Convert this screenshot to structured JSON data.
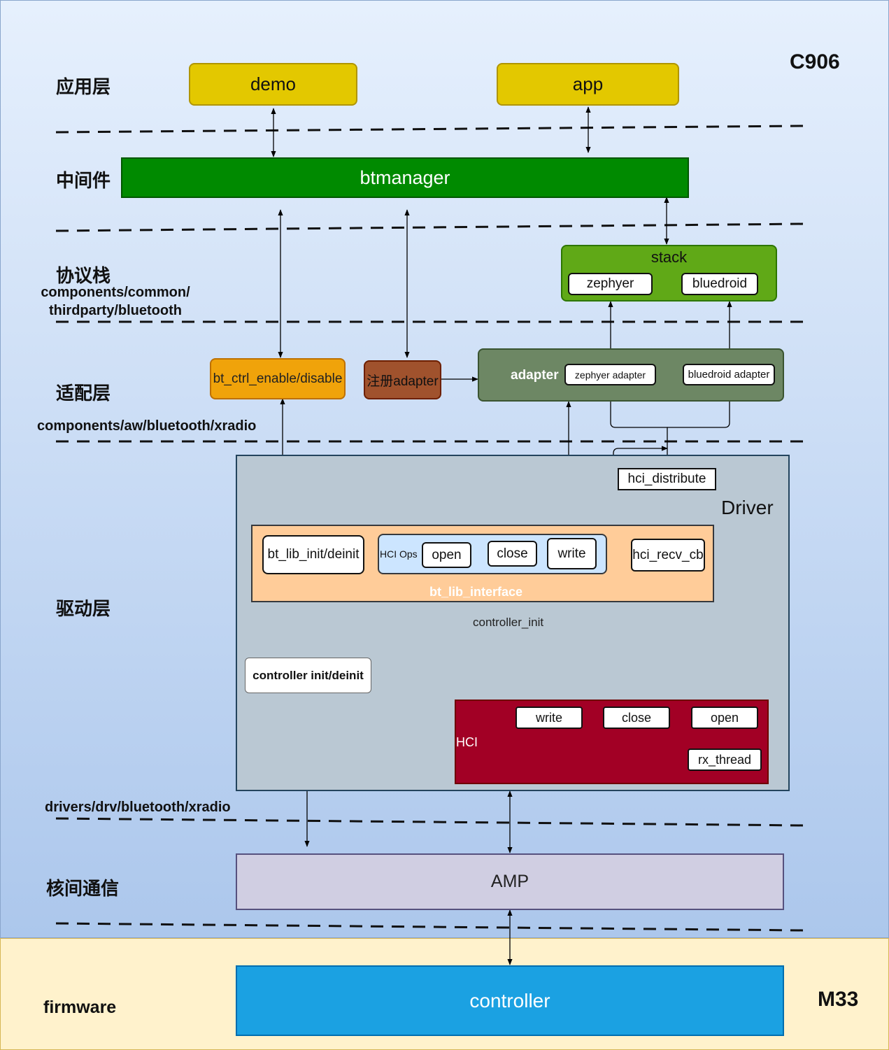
{
  "regions": {
    "c906": "C906",
    "m33": "M33"
  },
  "layers": {
    "app_layer": "应用层",
    "middleware": "中间件",
    "protocol_stack": "协议栈",
    "stack_path": "components/common/\nthirdparty/bluetooth",
    "adapter_layer": "适配层",
    "adapter_path": "components/aw/bluetooth/xradio",
    "driver_layer": "驱动层",
    "driver_path": "drivers/drv/bluetooth/xradio",
    "ipc": "核间通信",
    "firmware": "firmware"
  },
  "nodes": {
    "demo": "demo",
    "app": "app",
    "btmanager": "btmanager",
    "stack": "stack",
    "zephyer": "zephyer",
    "bluedroid": "bluedroid",
    "bt_ctrl": "bt_ctrl_enable/disable",
    "register_adapter": "注册adapter",
    "adapter": "adapter",
    "zephyer_adapter": "zephyer adapter",
    "bluedroid_adapter": "bluedroid adapter",
    "hci_distribute": "hci_distribute",
    "driver": "Driver",
    "bt_lib_init": "bt_lib_init/deinit",
    "hci_ops": "HCI Ops",
    "ops_open": "open",
    "ops_close": "close",
    "ops_write": "write",
    "hci_recv_cb": "hci_recv_cb",
    "bt_lib_interface": "bt_lib_interface",
    "controller_init_label": "controller_init",
    "controller_init_deinit": "controller init/deinit",
    "hci": "HCI",
    "hci_write": "write",
    "hci_close": "close",
    "hci_open": "open",
    "rx_thread": "rx_thread",
    "amp": "AMP",
    "controller": "controller"
  },
  "colors": {
    "app_fill": "#e3c800",
    "middleware_fill": "#008a00",
    "stack_fill": "#60a917",
    "bt_ctrl_fill": "#f0a30a",
    "register_fill": "#a0522d",
    "adapter_fill": "#6d8764",
    "driver_fill": "#bac8d3",
    "interface_fill": "#ffcc99",
    "hci_ops_fill": "#cce5ff",
    "hci_fill": "#a20025",
    "amp_fill": "#d0cee2",
    "controller_fill": "#1ba1e2"
  }
}
